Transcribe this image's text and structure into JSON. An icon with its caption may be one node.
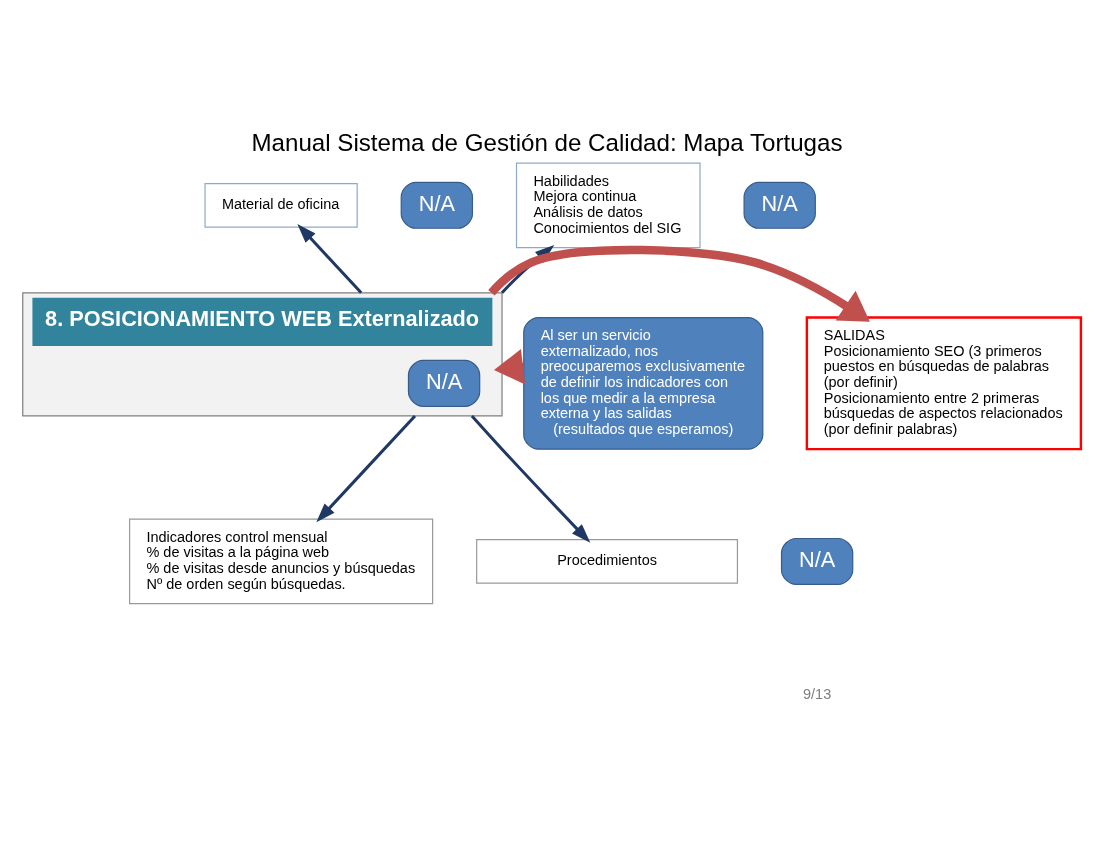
{
  "diagram": {
    "title": "Manual Sistema de Gestión de Calidad: Mapa Tortugas",
    "nodes": [
      {
        "text": [
          "Material de oficina"
        ]
      },
      {
        "text": [
          "N/A"
        ]
      },
      {
        "text": [
          "Habilidades",
          "Mejora continua",
          "Análisis de datos",
          "Conocimientos del SIG"
        ]
      },
      {
        "text": [
          "N/A"
        ]
      },
      {
        "text": [
          "8. POSICIONAMIENTO WEB Externalizado"
        ]
      },
      {
        "text": [
          "N/A"
        ],
        "in": 4
      },
      {
        "text": [
          "Al ser un servicio externalizado, nos preocuparemos exclusivamente de definir los indicadores con los que medir a la empresa externa y las salidas (resultados que esperamos)"
        ]
      },
      {
        "text": [
          "SALIDAS",
          "Posicionamiento SEO (3 primeros puestos en búsquedas de palabras (por definir)",
          "Posicionamiento entre 2 primeras búsquedas de aspectos relacionados (por definir palabras)"
        ]
      },
      {
        "text": [
          "Indicadores control mensual",
          "% de visitas a la página web",
          "% de visitas desde anuncios y búsquedas",
          "Nº de orden según búsquedas."
        ]
      },
      {
        "text": [
          "Procedimientos"
        ]
      },
      {
        "text": [
          "N/A"
        ]
      }
    ],
    "edges": [
      {
        "from": 4,
        "to": 0,
        "arrow": "to"
      },
      {
        "from": 4,
        "to": 2,
        "arrow": "to"
      },
      {
        "from": 6,
        "to": 4,
        "arrow": "to",
        "style": "thick",
        "color": "#c0504d"
      },
      {
        "from": 4,
        "to": 7,
        "arrow": "to",
        "style": "thick",
        "color": "#c0504d"
      },
      {
        "from": 4,
        "to": 8,
        "arrow": "to"
      },
      {
        "from": 4,
        "to": 9,
        "arrow": "to"
      }
    ],
    "labels": [
      "9/13"
    ]
  }
}
